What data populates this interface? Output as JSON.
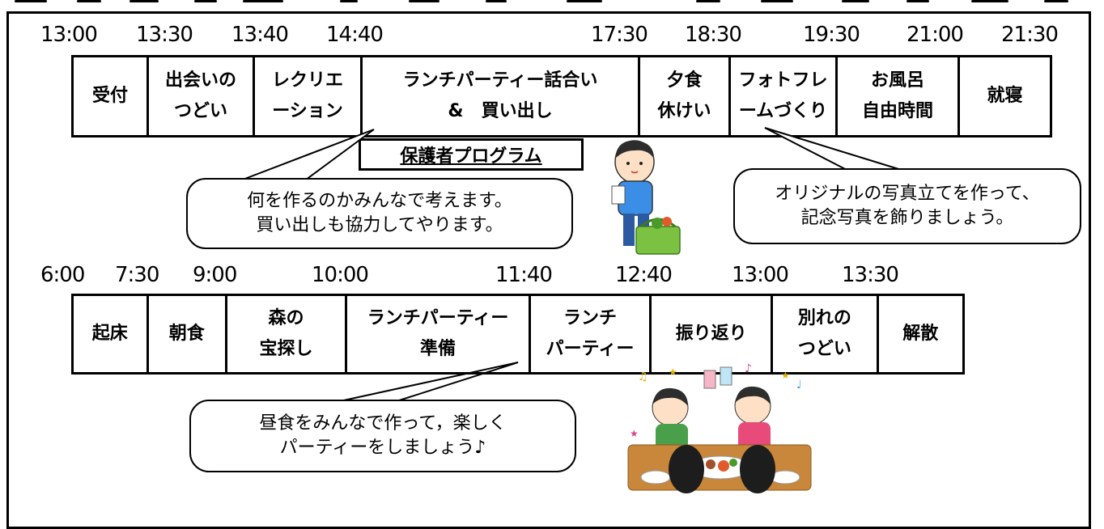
{
  "day1": {
    "times": [
      "13:00",
      "13:30",
      "13:40",
      "14:40",
      "17:30",
      "18:30",
      "19:30",
      "21:00",
      "21:30"
    ],
    "activities": [
      "受付",
      "出会いの\nつどい",
      "レクリエ\nーション",
      "ランチパーティー話合い\n&　買い出し",
      "夕食\n休けい",
      "フォトフレ\nームづくり",
      "お風呂\n自由時間",
      "就寝"
    ],
    "program_label": "保護者プログラム",
    "note_lunch_plan": "何を作るのかみんなで考えます。\n買い出しも協力してやります。",
    "note_photo_frame": "オリジナルの写真立てを作って、\n記念写真を飾りましょう。"
  },
  "day2": {
    "times": [
      "6:00",
      "7:30",
      "9:00",
      "10:00",
      "11:40",
      "12:40",
      "13:00",
      "13:30"
    ],
    "activities": [
      "起床",
      "朝食",
      "森の\n宝探し",
      "ランチパーティー\n準備",
      "ランチ\nパーティー",
      "振り返り",
      "別れの\nつどい",
      "解散"
    ],
    "note_party": "昼食をみんなで作って，楽しく\nパーティーをしましょう♪"
  },
  "colors": {
    "line": "#000000",
    "shirt": "#3a8ee6",
    "basket": "#7cc242",
    "table": "#c8873a"
  }
}
